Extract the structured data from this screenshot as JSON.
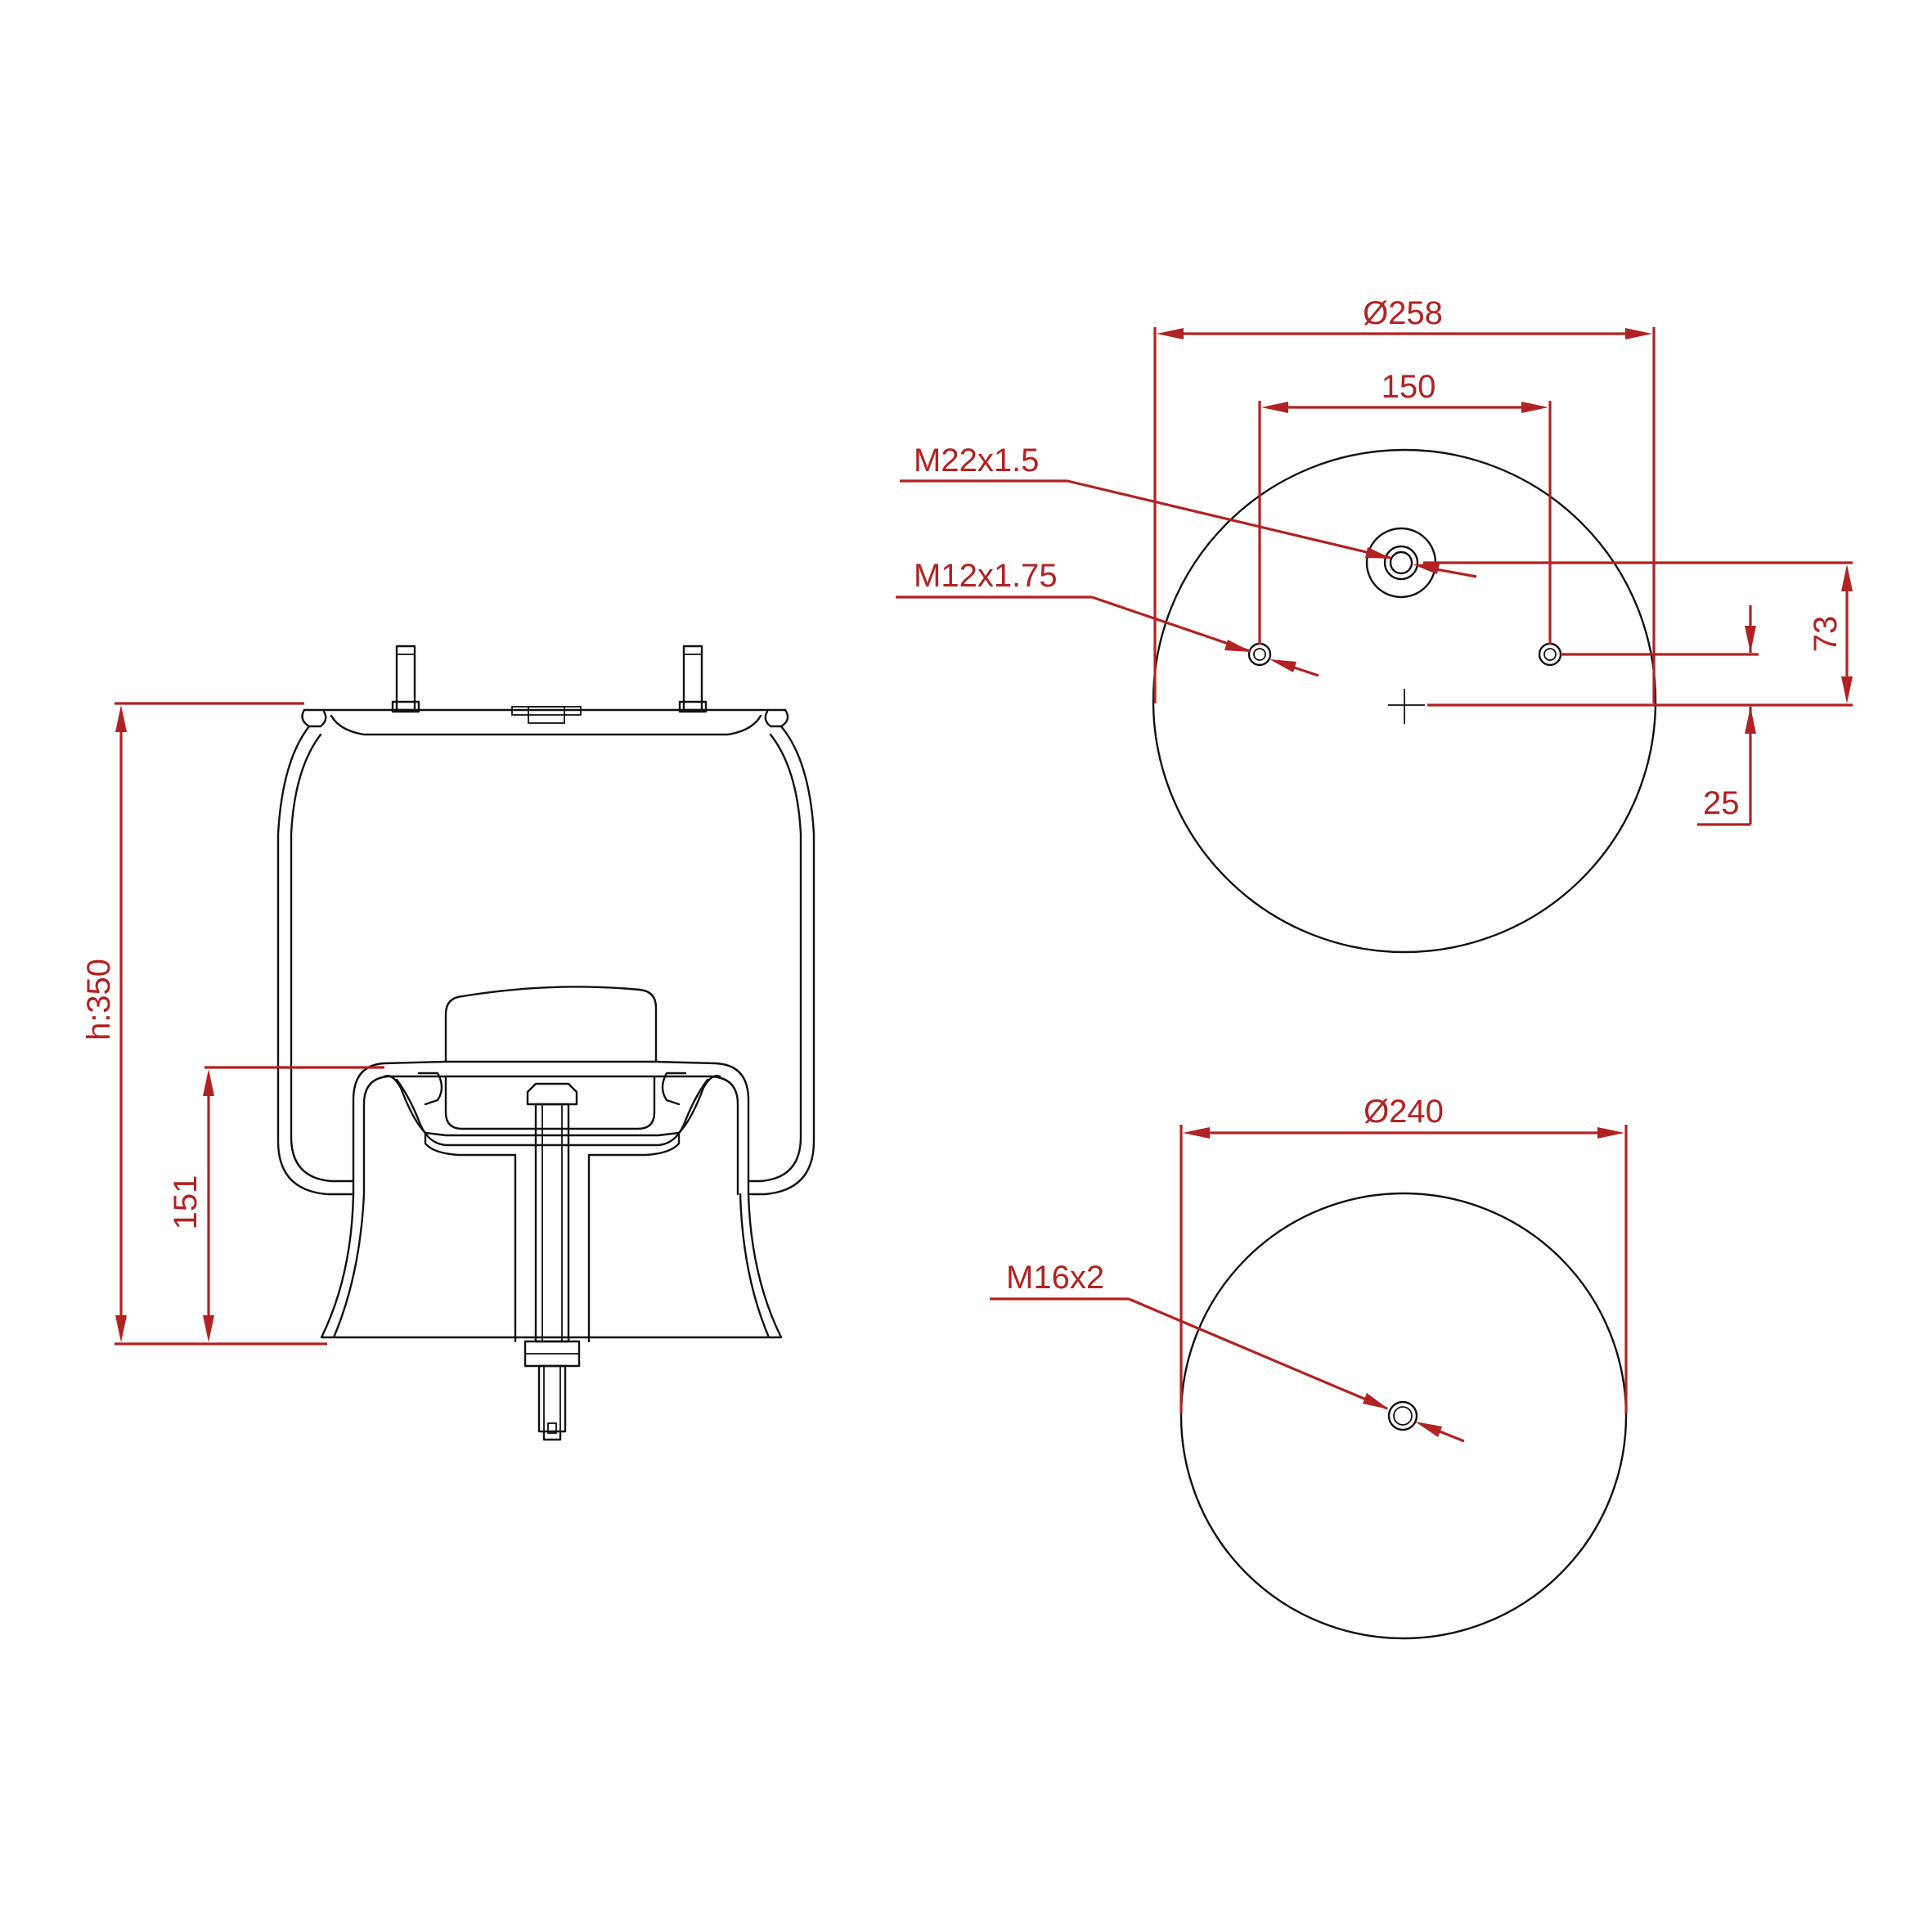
{
  "colors": {
    "dimension": "#b22222",
    "outline": "#111111",
    "background": "#ffffff"
  },
  "side_view": {
    "height_label": "h:350",
    "piston_height_label": "151"
  },
  "top_view": {
    "diameter_label": "Ø258",
    "stud_spacing_label": "150",
    "air_fitting_label": "M22x1.5",
    "stud_thread_label": "M12x1.75",
    "fitting_offset_label": "73",
    "stud_offset_label": "25"
  },
  "bottom_view": {
    "diameter_label": "Ø240",
    "bolt_thread_label": "M16x2"
  }
}
